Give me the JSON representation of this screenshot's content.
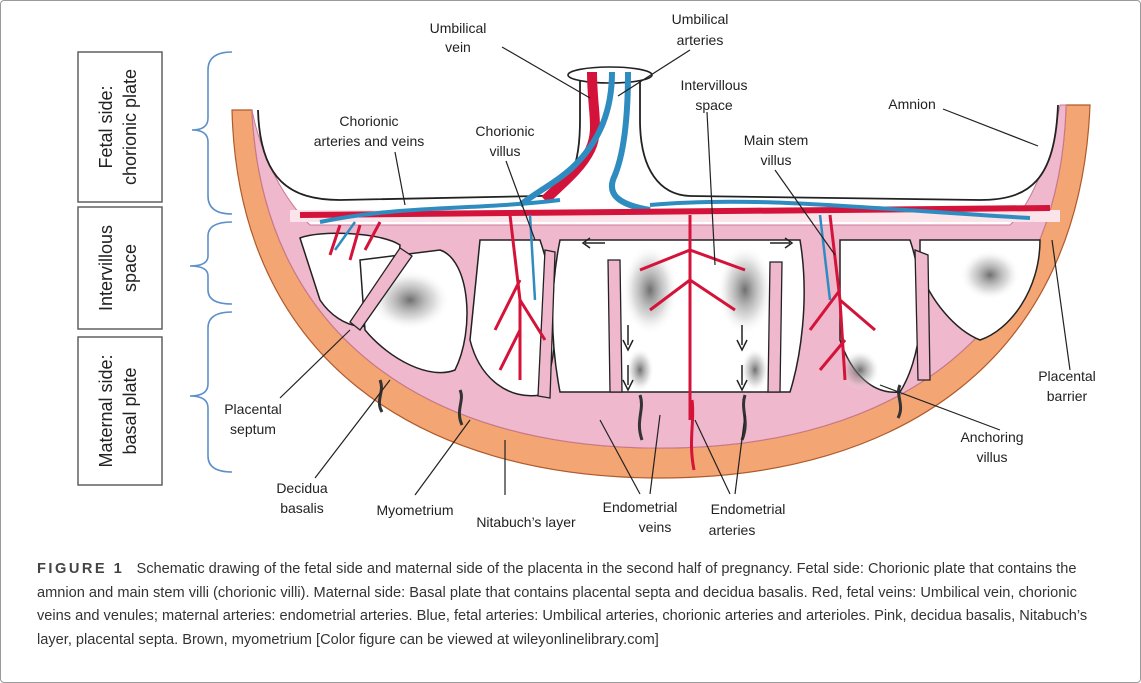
{
  "sides": {
    "fetal": [
      "Fetal side:",
      "chorionic plate"
    ],
    "intervillous": [
      "Intervillous",
      "space"
    ],
    "maternal": [
      "Maternal side:",
      "basal plate"
    ]
  },
  "labels": {
    "umbilical_vein": [
      "Umbilical",
      "vein"
    ],
    "umbilical_arteries": [
      "Umbilical",
      "arteries"
    ],
    "intervillous_space": [
      "Intervillous",
      "space"
    ],
    "amnion": "Amnion",
    "chorionic_arteries_veins": [
      "Chorionic",
      "arteries and veins"
    ],
    "chorionic_villus": [
      "Chorionic",
      "villus"
    ],
    "main_stem_villus": [
      "Main stem",
      "villus"
    ],
    "placental_barrier": [
      "Placental",
      "barrier"
    ],
    "anchoring_villus": [
      "Anchoring",
      "villus"
    ],
    "placental_septum": [
      "Placental",
      "septum"
    ],
    "decidua_basalis": [
      "Decidua",
      "basalis"
    ],
    "myometrium": "Myometrium",
    "nitabuch": "Nitabuch’s layer",
    "endometrial_veins": [
      "Endometrial",
      "veins"
    ],
    "endometrial_arteries": [
      "Endometrial",
      "arteries"
    ]
  },
  "caption": {
    "figure": "FIGURE 1",
    "text": "Schematic drawing of the fetal side and maternal side of the placenta in the second half of pregnancy. Fetal side: Chorionic plate that contains the amnion and main stem villi (chorionic villi). Maternal side: Basal plate that contains placental septa and decidua basalis. Red, fetal veins: Umbilical vein, chorionic veins and venules; maternal arteries: endometrial arteries. Blue, fetal arteries: Umbilical arteries, chorionic arteries and arterioles. Pink, decidua basalis, Nitabuch’s layer, placental septa. Brown, myometrium [Color figure can be viewed at wileyonlinelibrary.com]"
  },
  "colors": {
    "fetal_vein_red": "#d4133a",
    "fetal_artery_blue": "#2f8cc0",
    "decidua_pink": "#f0b8cc",
    "myometrium_orange": "#f3a574",
    "bracket_blue": "#5d8fc9"
  }
}
